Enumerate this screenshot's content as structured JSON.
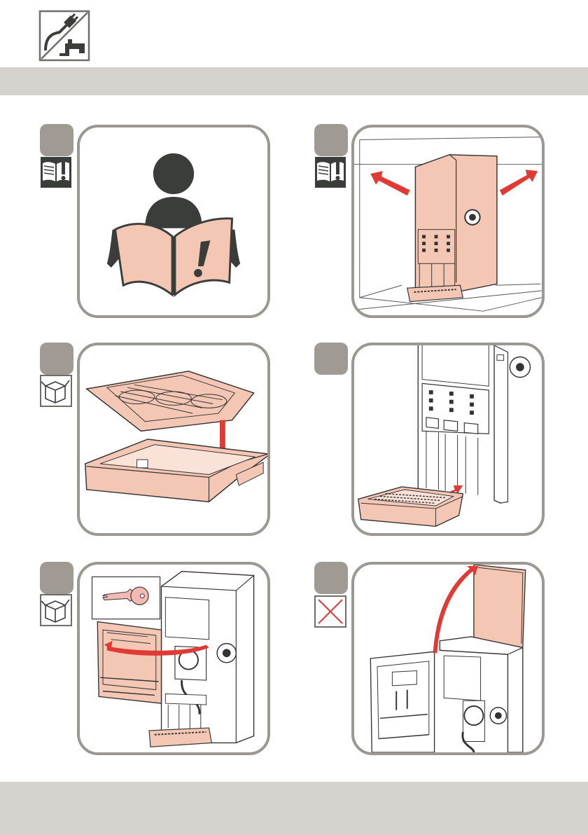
{
  "page": {
    "header_icon": "power-water-disconnect-icon",
    "colors": {
      "band": "#d5d2ce",
      "step_box": "#9f9a94",
      "panel_border": "#9b9792",
      "machine_fill": "#f4c6b4",
      "arrow": "#e03a34",
      "figure": "#3b3d3b"
    }
  },
  "steps": [
    {
      "id": 1,
      "badge": "read-manual-icon",
      "illustration": "person-reading-manual"
    },
    {
      "id": 2,
      "badge": "read-manual-icon",
      "illustration": "machine-clearance-arrows"
    },
    {
      "id": 3,
      "badge": "package-box-icon",
      "illustration": "drip-tray-assembly"
    },
    {
      "id": 4,
      "badge": "",
      "illustration": "insert-drip-tray"
    },
    {
      "id": 5,
      "badge": "package-box-icon",
      "illustration": "unlock-door-with-key"
    },
    {
      "id": 6,
      "badge": "not-allowed-icon",
      "illustration": "open-lid"
    }
  ]
}
